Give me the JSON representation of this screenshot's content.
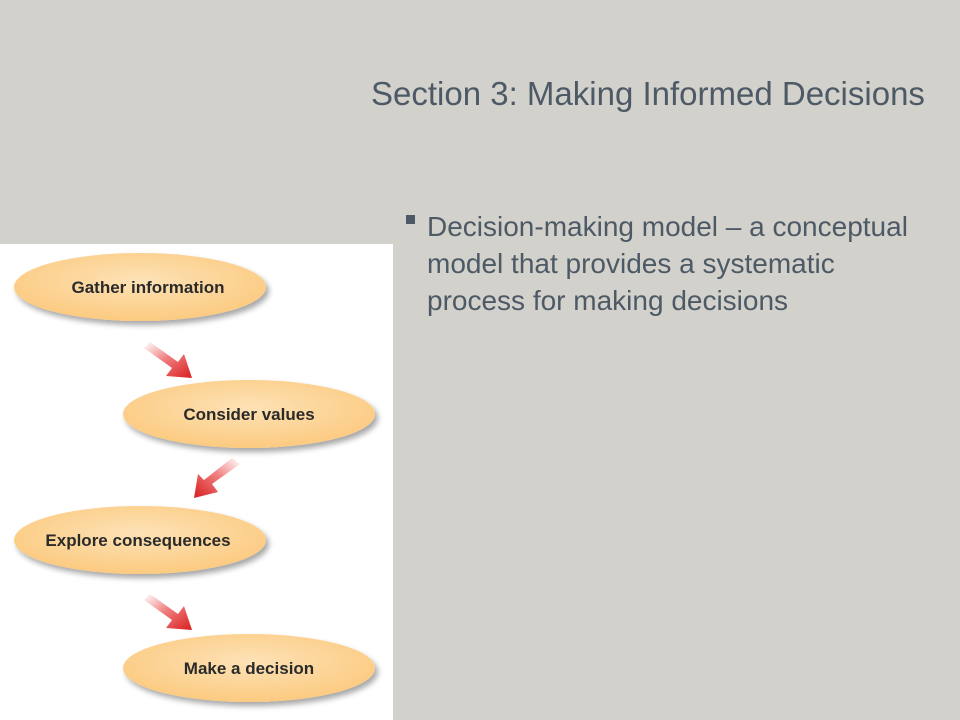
{
  "slide": {
    "title": "Section 3: Making Informed Decisions",
    "bullets": [
      {
        "text": "Decision-making model – a conceptual model that provides a systematic process for making decisions"
      }
    ]
  },
  "diagram": {
    "steps": [
      {
        "label": "Gather information"
      },
      {
        "label": "Consider values"
      },
      {
        "label": "Explore consequences"
      },
      {
        "label": "Make a decision"
      }
    ],
    "colors": {
      "ellipse_fill": "#fcca80",
      "ellipse_light": "#fde2b6",
      "arrow": "#e02a2a"
    }
  }
}
